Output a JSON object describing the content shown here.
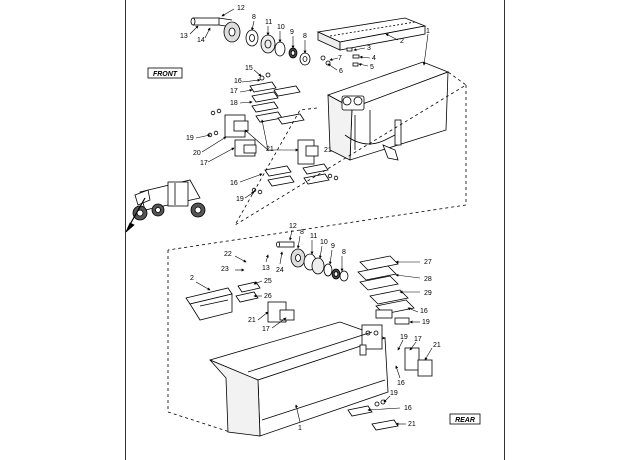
{
  "view_labels": {
    "front": "FRONT",
    "rear": "REAR"
  },
  "top_callouts": [
    "12",
    "8",
    "11",
    "10",
    "9",
    "8",
    "13",
    "14",
    "2",
    "1",
    "3",
    "7",
    "4",
    "5",
    "6",
    "15",
    "16",
    "17",
    "18",
    "19",
    "20",
    "21",
    "17",
    "16",
    "19",
    "21"
  ],
  "bottom_callouts": [
    "12",
    "8",
    "11",
    "10",
    "9",
    "8",
    "22",
    "23",
    "13",
    "24",
    "2",
    "25",
    "26",
    "21",
    "17",
    "1",
    "27",
    "28",
    "29",
    "16",
    "19",
    "19",
    "17",
    "21",
    "16",
    "19",
    "16",
    "21"
  ]
}
